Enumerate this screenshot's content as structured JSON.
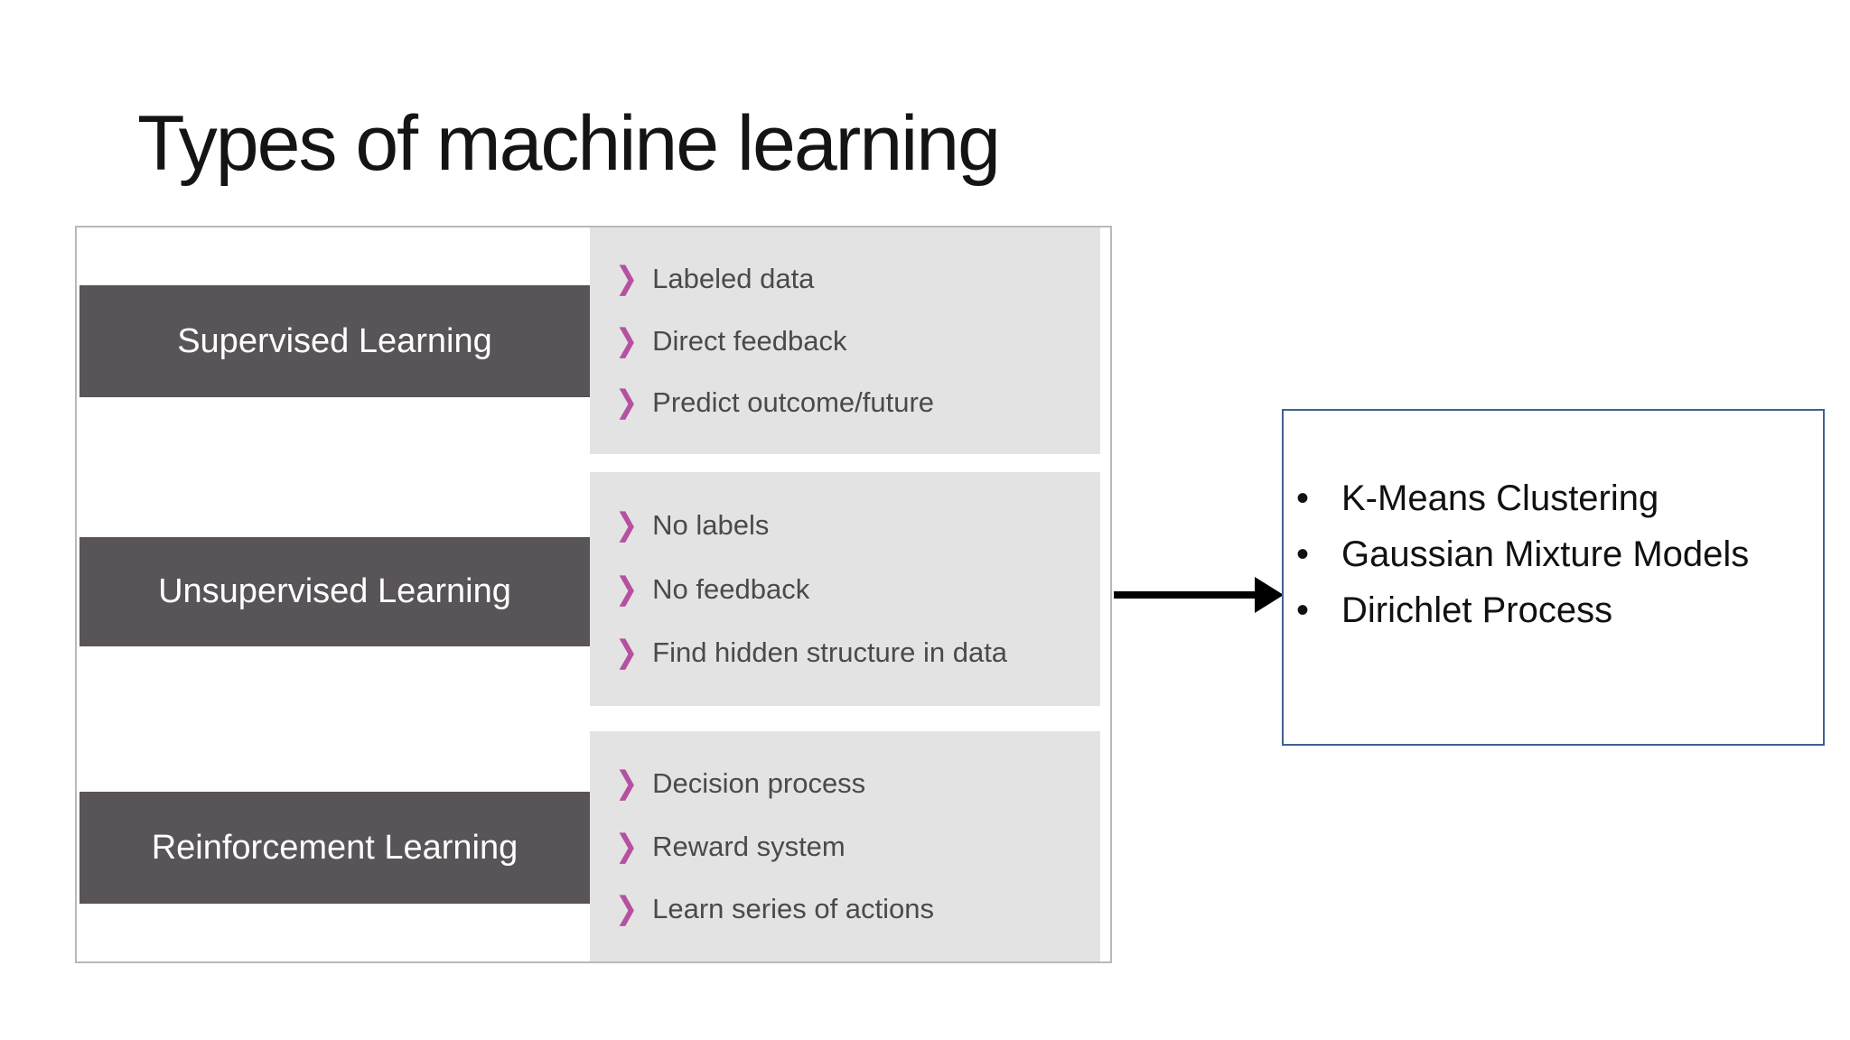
{
  "title": "Types of machine learning",
  "table": {
    "chevron_glyph": "❯",
    "rows": [
      {
        "label": "Supervised Learning",
        "items": [
          "Labeled data",
          "Direct feedback",
          "Predict outcome/future"
        ]
      },
      {
        "label": "Unsupervised Learning",
        "items": [
          "No labels",
          "No feedback",
          "Find hidden structure in data"
        ]
      },
      {
        "label": "Reinforcement Learning",
        "items": [
          "Decision process",
          "Reward system",
          "Learn series of actions"
        ]
      }
    ]
  },
  "callout": {
    "items": [
      "K-Means Clustering",
      "Gaussian Mixture Models",
      "Dirichlet Process"
    ]
  },
  "colors": {
    "title_text": "#141414",
    "dark_box": "#595458",
    "panel_bg": "#e4e3e3",
    "accent_chevron": "#b5519f",
    "item_text": "#4a4a4a",
    "table_border": "#b9b9b9",
    "callout_border": "#41618f",
    "arrow_color": "#000000"
  }
}
